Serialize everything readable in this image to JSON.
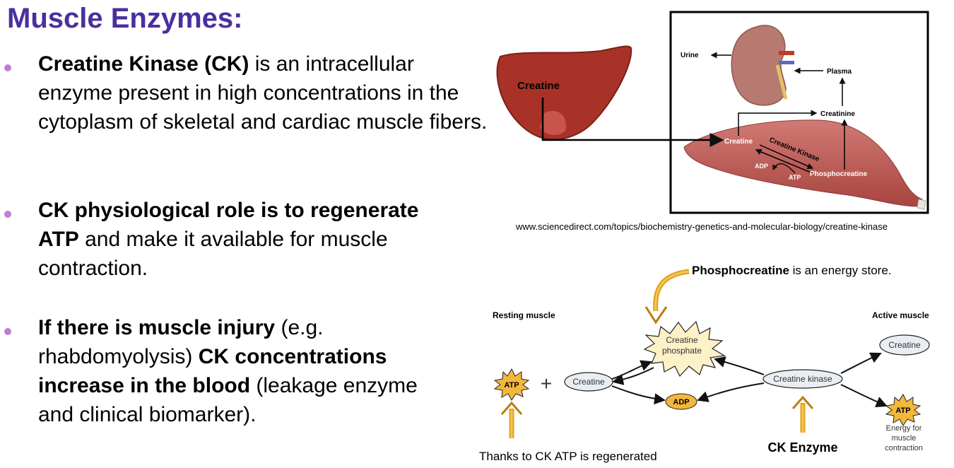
{
  "title": "Muscle Enzymes:",
  "bullets": [
    {
      "bold1": "Creatine Kinase (CK)",
      "t1": " is an intracellular enzyme present in high concentrations in the cytoplasm of skeletal and cardiac muscle fibers."
    },
    {
      "bold1": "CK physiological role is to regenerate ATP",
      "t1": " and make it available for muscle contraction."
    },
    {
      "bold1": "If there is muscle injury",
      "t1": " (e.g. rhabdomyolysis) ",
      "bold2": "CK concentrations increase in the blood",
      "t2": " (leakage enzyme and clinical biomarker)."
    }
  ],
  "figure_top": {
    "creatine_liver": "Creatine",
    "urine": "Urine",
    "plasma": "Plasma",
    "creatinine": "Creatinine",
    "creatine": "Creatine",
    "creatine_kinase": "Creatine Kinase",
    "adp": "ADP",
    "atp": "ATP",
    "phosphocreatine": "Phosphocreatine"
  },
  "source_url": "www.sciencedirect.com/topics/biochemistry-genetics-and-molecular-biology/creatine-kinase",
  "figure_bottom": {
    "note_bold": "Phosphocreatine",
    "note_rest": " is an energy store.",
    "resting_muscle": "Resting muscle",
    "active_muscle": "Active muscle",
    "creatine_phosphate_1": "Creatine",
    "creatine_phosphate_2": "phosphate",
    "creatine_right": "Creatine",
    "atp_left": "ATP",
    "plus": "+",
    "creatine_left": "Creatine",
    "creatine_kinase": "Creatine kinase",
    "adp": "ADP",
    "atp_right": "ATP",
    "energy_1": "Energy for",
    "energy_2": "muscle",
    "energy_3": "contraction",
    "ck_enzyme": "CK Enzyme",
    "regenerated": "Thanks to CK ATP is regenerated"
  }
}
